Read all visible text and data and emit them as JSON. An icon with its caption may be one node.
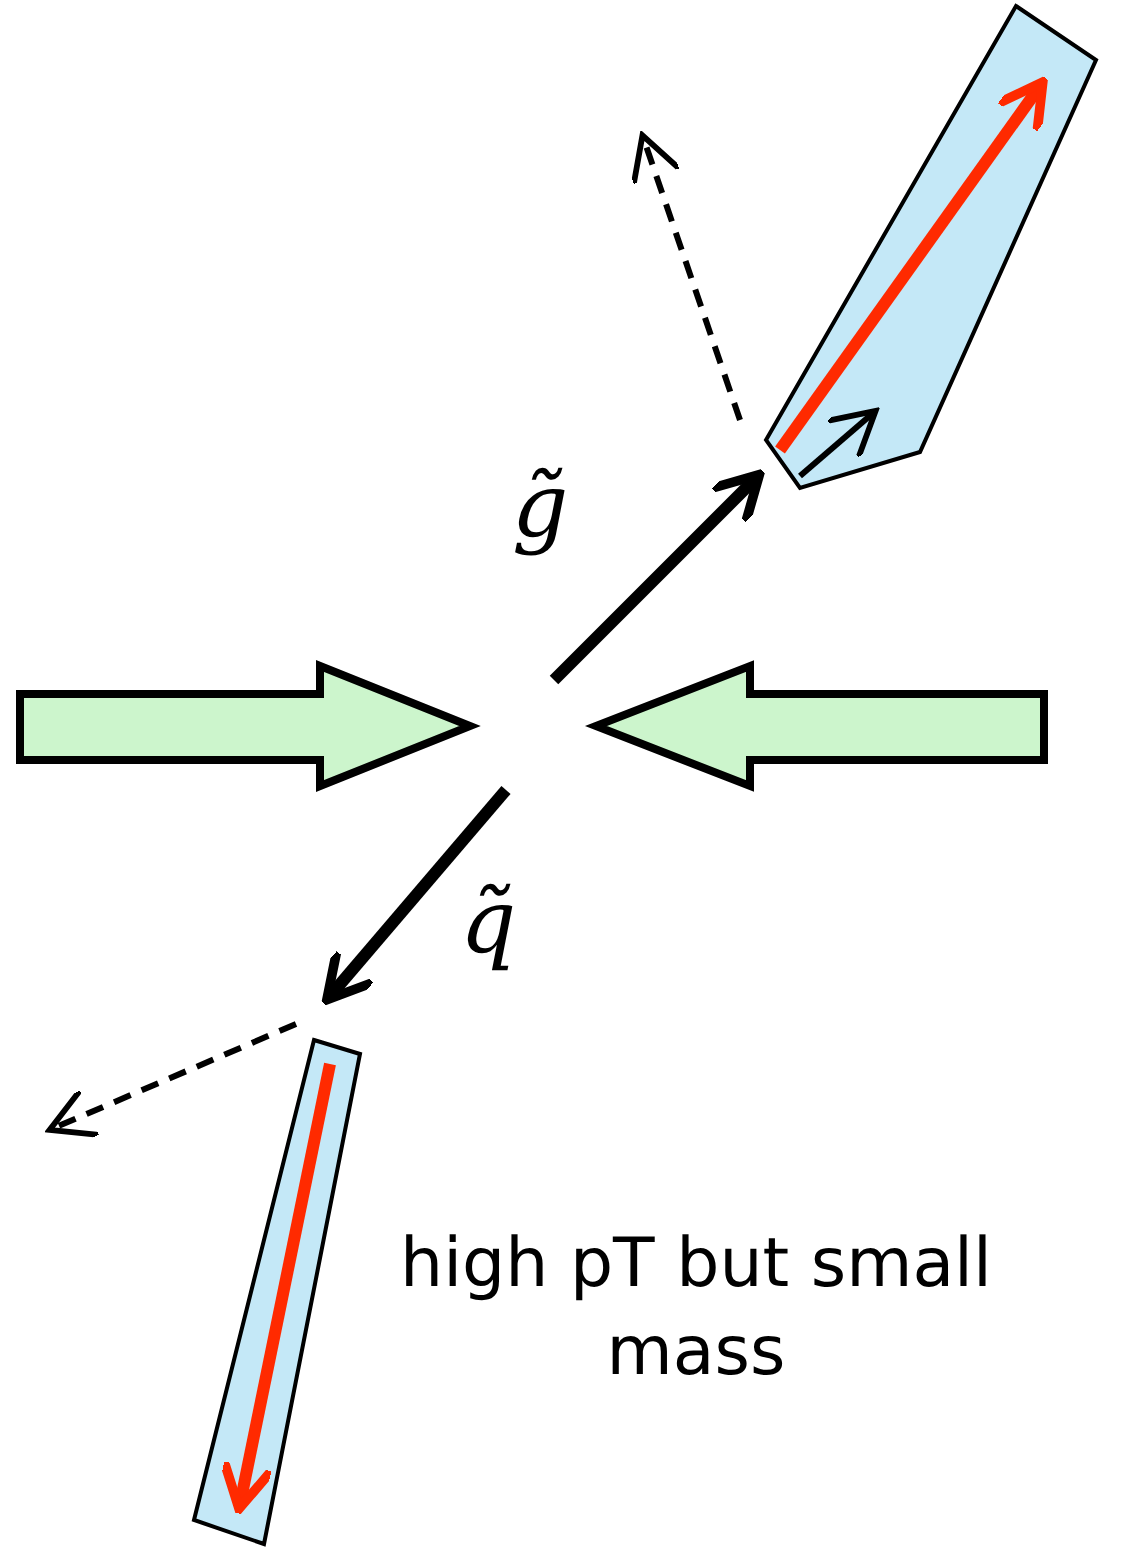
{
  "diagram": {
    "labels": [
      "g̃",
      "q̃",
      "high pT but small mass"
    ]
  }
}
